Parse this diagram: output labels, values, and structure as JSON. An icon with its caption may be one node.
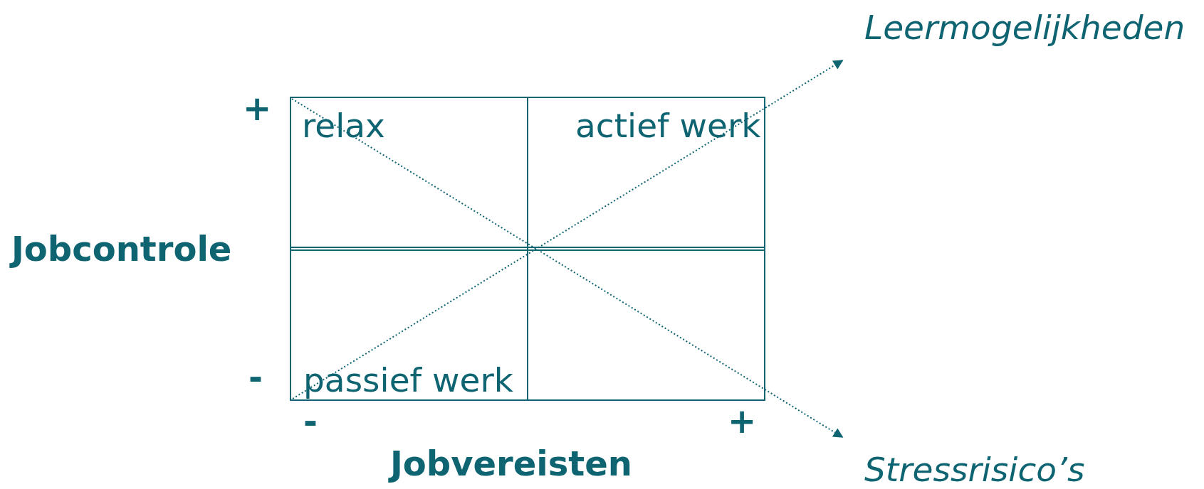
{
  "diagram": {
    "nodes": [
      {
        "text": [
          "Leermogelijkheden"
        ]
      },
      {
        "text": [
          "Stressrisico’s"
        ]
      }
    ],
    "edges": [
      {
        "from": null,
        "to": 0,
        "arrow": "to",
        "style": "dashed"
      },
      {
        "from": null,
        "to": 1,
        "arrow": "to",
        "style": "dashed"
      }
    ],
    "labels": [
      "+",
      "relax",
      "actief werk",
      "Jobcontrole",
      "-",
      "passief werk",
      "-",
      "+",
      "Jobvereisten"
    ]
  }
}
